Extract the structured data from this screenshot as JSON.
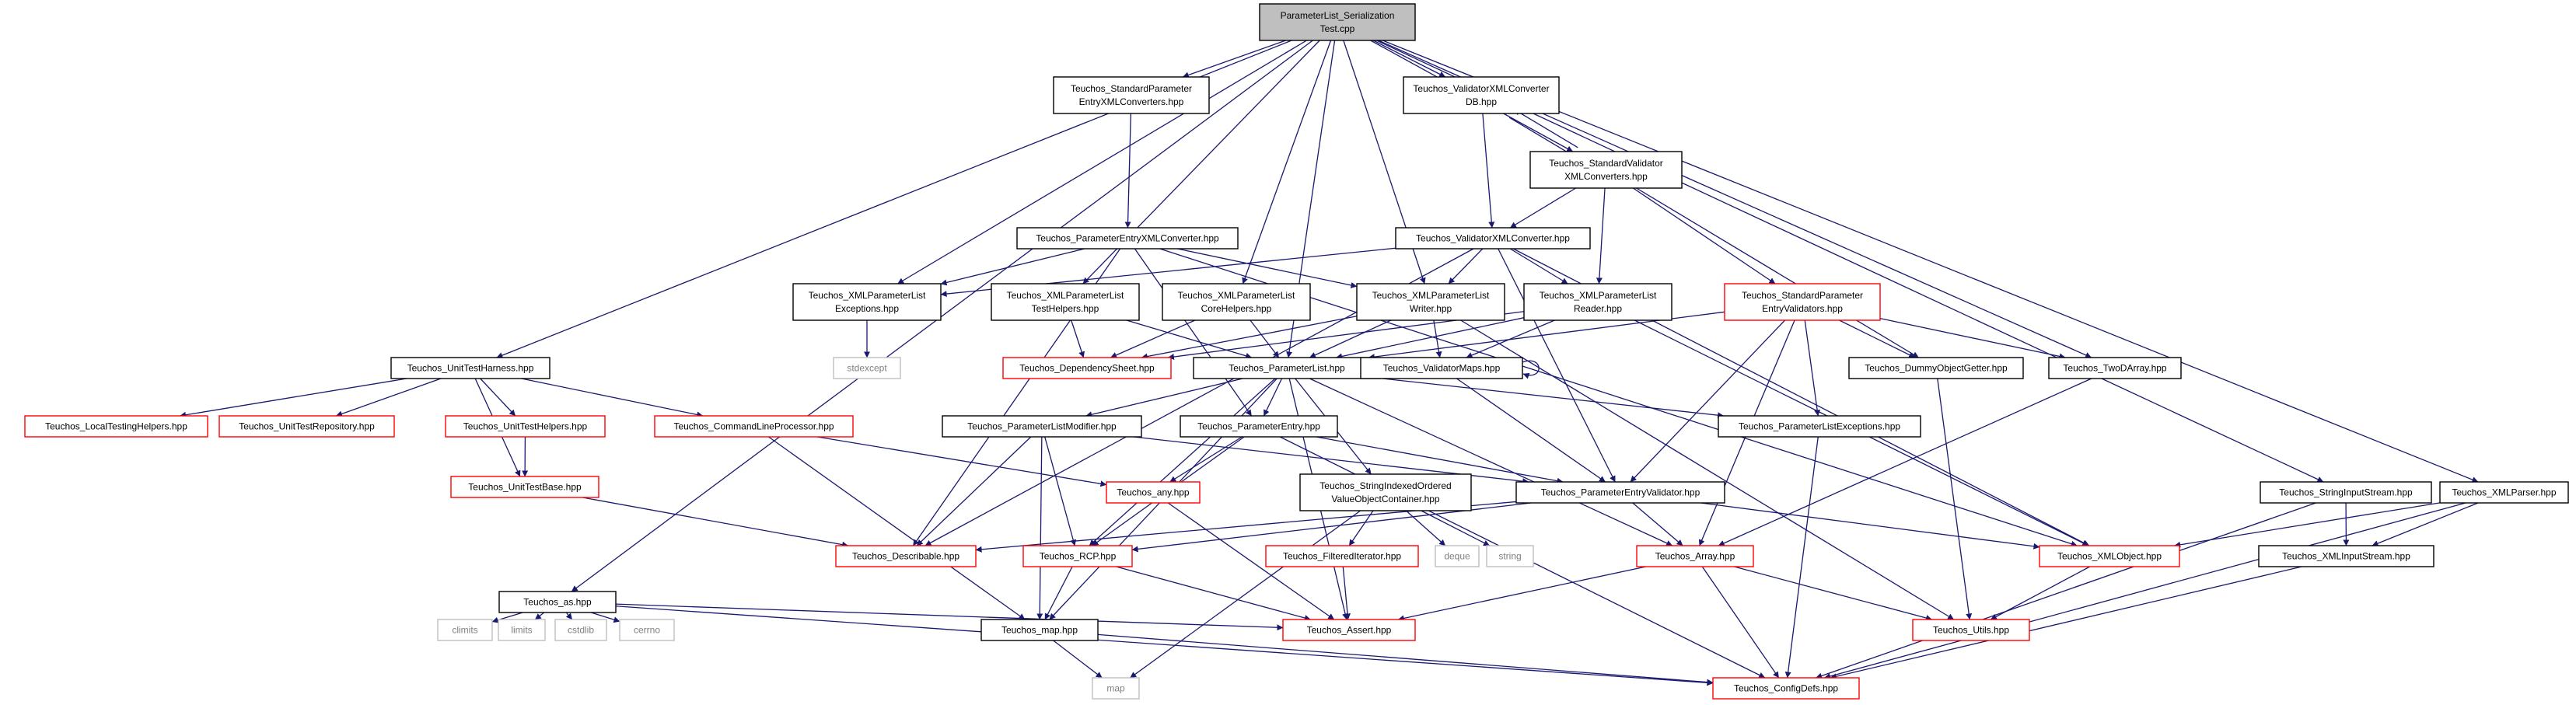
{
  "colors": {
    "edge": "#191970",
    "border_normal": "#000000",
    "border_red": "#ff0000",
    "border_gray": "#bfbfbf",
    "root_fill": "#bfbfbf",
    "text_normal": "#000000",
    "text_gray": "#808080"
  },
  "nodes": [
    {
      "id": "root",
      "lines": [
        "ParameterList_Serialization",
        "Test.cpp"
      ],
      "style": "root"
    },
    {
      "id": "stdparam_entry_conv",
      "lines": [
        "Teuchos_StandardParameter",
        "EntryXMLConverters.hpp"
      ],
      "style": "normal"
    },
    {
      "id": "validator_conv_db",
      "lines": [
        "Teuchos_ValidatorXMLConverter",
        "DB.hpp"
      ],
      "style": "normal"
    },
    {
      "id": "std_validator_conv",
      "lines": [
        "Teuchos_StandardValidator",
        "XMLConverters.hpp"
      ],
      "style": "normal"
    },
    {
      "id": "param_entry_conv",
      "lines": [
        "Teuchos_ParameterEntryXMLConverter.hpp"
      ],
      "style": "normal"
    },
    {
      "id": "validator_conv",
      "lines": [
        "Teuchos_ValidatorXMLConverter.hpp"
      ],
      "style": "normal"
    },
    {
      "id": "xmlpl_exceptions",
      "lines": [
        "Teuchos_XMLParameterList",
        "Exceptions.hpp"
      ],
      "style": "normal"
    },
    {
      "id": "xmlpl_testhelpers",
      "lines": [
        "Teuchos_XMLParameterList",
        "TestHelpers.hpp"
      ],
      "style": "normal"
    },
    {
      "id": "xmlpl_corehelpers",
      "lines": [
        "Teuchos_XMLParameterList",
        "CoreHelpers.hpp"
      ],
      "style": "normal"
    },
    {
      "id": "xmlpl_writer",
      "lines": [
        "Teuchos_XMLParameterList",
        "Writer.hpp"
      ],
      "style": "normal"
    },
    {
      "id": "xmlpl_reader",
      "lines": [
        "Teuchos_XMLParameterList",
        "Reader.hpp"
      ],
      "style": "normal"
    },
    {
      "id": "std_param_validators",
      "lines": [
        "Teuchos_StandardParameter",
        "EntryValidators.hpp"
      ],
      "style": "red"
    },
    {
      "id": "stdexcept",
      "lines": [
        "stdexcept"
      ],
      "style": "gray"
    },
    {
      "id": "unit_test_harness",
      "lines": [
        "Teuchos_UnitTestHarness.hpp"
      ],
      "style": "normal"
    },
    {
      "id": "dependency_sheet",
      "lines": [
        "Teuchos_DependencySheet.hpp"
      ],
      "style": "red"
    },
    {
      "id": "parameter_list",
      "lines": [
        "Teuchos_ParameterList.hpp"
      ],
      "style": "normal"
    },
    {
      "id": "validator_maps",
      "lines": [
        "Teuchos_ValidatorMaps.hpp"
      ],
      "style": "normal"
    },
    {
      "id": "dummy_object_getter",
      "lines": [
        "Teuchos_DummyObjectGetter.hpp"
      ],
      "style": "normal"
    },
    {
      "id": "two_d_array",
      "lines": [
        "Teuchos_TwoDArray.hpp"
      ],
      "style": "normal"
    },
    {
      "id": "local_testing_helpers",
      "lines": [
        "Teuchos_LocalTestingHelpers.hpp"
      ],
      "style": "red"
    },
    {
      "id": "unit_test_repository",
      "lines": [
        "Teuchos_UnitTestRepository.hpp"
      ],
      "style": "red"
    },
    {
      "id": "unit_test_helpers",
      "lines": [
        "Teuchos_UnitTestHelpers.hpp"
      ],
      "style": "red"
    },
    {
      "id": "command_line_processor",
      "lines": [
        "Teuchos_CommandLineProcessor.hpp"
      ],
      "style": "red"
    },
    {
      "id": "pl_modifier",
      "lines": [
        "Teuchos_ParameterListModifier.hpp"
      ],
      "style": "normal"
    },
    {
      "id": "parameter_entry",
      "lines": [
        "Teuchos_ParameterEntry.hpp"
      ],
      "style": "normal"
    },
    {
      "id": "pl_exceptions",
      "lines": [
        "Teuchos_ParameterListExceptions.hpp"
      ],
      "style": "normal"
    },
    {
      "id": "unit_test_base",
      "lines": [
        "Teuchos_UnitTestBase.hpp"
      ],
      "style": "red"
    },
    {
      "id": "any",
      "lines": [
        "Teuchos_any.hpp"
      ],
      "style": "red"
    },
    {
      "id": "string_indexed",
      "lines": [
        "Teuchos_StringIndexedOrdered",
        "ValueObjectContainer.hpp"
      ],
      "style": "normal"
    },
    {
      "id": "param_entry_validator",
      "lines": [
        "Teuchos_ParameterEntryValidator.hpp"
      ],
      "style": "normal"
    },
    {
      "id": "string_input_stream",
      "lines": [
        "Teuchos_StringInputStream.hpp"
      ],
      "style": "normal"
    },
    {
      "id": "xml_parser",
      "lines": [
        "Teuchos_XMLParser.hpp"
      ],
      "style": "normal"
    },
    {
      "id": "describable",
      "lines": [
        "Teuchos_Describable.hpp"
      ],
      "style": "red"
    },
    {
      "id": "rcp",
      "lines": [
        "Teuchos_RCP.hpp"
      ],
      "style": "red"
    },
    {
      "id": "filtered_iterator",
      "lines": [
        "Teuchos_FilteredIterator.hpp"
      ],
      "style": "red"
    },
    {
      "id": "deque",
      "lines": [
        "deque"
      ],
      "style": "gray"
    },
    {
      "id": "string",
      "lines": [
        "string"
      ],
      "style": "gray"
    },
    {
      "id": "array",
      "lines": [
        "Teuchos_Array.hpp"
      ],
      "style": "red"
    },
    {
      "id": "xml_object",
      "lines": [
        "Teuchos_XMLObject.hpp"
      ],
      "style": "red"
    },
    {
      "id": "xml_input_stream",
      "lines": [
        "Teuchos_XMLInputStream.hpp"
      ],
      "style": "normal"
    },
    {
      "id": "teuchos_as",
      "lines": [
        "Teuchos_as.hpp"
      ],
      "style": "normal"
    },
    {
      "id": "climits",
      "lines": [
        "climits"
      ],
      "style": "gray"
    },
    {
      "id": "limits",
      "lines": [
        "limits"
      ],
      "style": "gray"
    },
    {
      "id": "cstdlib",
      "lines": [
        "cstdlib"
      ],
      "style": "gray"
    },
    {
      "id": "cerrno",
      "lines": [
        "cerrno"
      ],
      "style": "gray"
    },
    {
      "id": "map_hpp",
      "lines": [
        "Teuchos_map.hpp"
      ],
      "style": "normal"
    },
    {
      "id": "assert",
      "lines": [
        "Teuchos_Assert.hpp"
      ],
      "style": "red"
    },
    {
      "id": "utils",
      "lines": [
        "Teuchos_Utils.hpp"
      ],
      "style": "red"
    },
    {
      "id": "map",
      "lines": [
        "map"
      ],
      "style": "gray"
    },
    {
      "id": "config_defs",
      "lines": [
        "Teuchos_ConfigDefs.hpp"
      ],
      "style": "red"
    }
  ],
  "edges": [
    [
      "root",
      "stdparam_entry_conv"
    ],
    [
      "root",
      "validator_conv_db"
    ],
    [
      "root",
      "std_validator_conv"
    ],
    [
      "root",
      "xmlpl_exceptions"
    ],
    [
      "root",
      "xmlpl_testhelpers"
    ],
    [
      "root",
      "xmlpl_corehelpers"
    ],
    [
      "root",
      "xmlpl_writer"
    ],
    [
      "root",
      "parameter_list"
    ],
    [
      "root",
      "unit_test_harness"
    ],
    [
      "root",
      "two_d_array"
    ],
    [
      "root",
      "string_input_stream"
    ],
    [
      "root",
      "xml_parser"
    ],
    [
      "root",
      "teuchos_as"
    ],
    [
      "stdparam_entry_conv",
      "param_entry_conv"
    ],
    [
      "validator_conv_db",
      "std_validator_conv"
    ],
    [
      "validator_conv_db",
      "validator_conv"
    ],
    [
      "std_validator_conv",
      "validator_conv_db"
    ],
    [
      "std_validator_conv",
      "validator_conv"
    ],
    [
      "std_validator_conv",
      "xmlpl_reader"
    ],
    [
      "std_validator_conv",
      "std_param_validators"
    ],
    [
      "std_validator_conv",
      "dummy_object_getter"
    ],
    [
      "param_entry_conv",
      "xmlpl_exceptions"
    ],
    [
      "param_entry_conv",
      "xmlpl_writer"
    ],
    [
      "param_entry_conv",
      "describable"
    ],
    [
      "param_entry_conv",
      "parameter_entry"
    ],
    [
      "param_entry_conv",
      "xml_object"
    ],
    [
      "validator_conv",
      "xmlpl_exceptions"
    ],
    [
      "validator_conv",
      "xmlpl_writer"
    ],
    [
      "validator_conv",
      "xmlpl_reader"
    ],
    [
      "validator_conv",
      "param_entry_validator"
    ],
    [
      "validator_conv",
      "describable"
    ],
    [
      "validator_conv",
      "xml_object"
    ],
    [
      "xmlpl_exceptions",
      "stdexcept"
    ],
    [
      "xmlpl_testhelpers",
      "dependency_sheet"
    ],
    [
      "xmlpl_testhelpers",
      "parameter_list"
    ],
    [
      "xmlpl_corehelpers",
      "dependency_sheet"
    ],
    [
      "xmlpl_corehelpers",
      "parameter_list"
    ],
    [
      "xmlpl_writer",
      "dependency_sheet"
    ],
    [
      "xmlpl_writer",
      "parameter_list"
    ],
    [
      "xmlpl_writer",
      "validator_maps"
    ],
    [
      "xmlpl_writer",
      "utils"
    ],
    [
      "xmlpl_reader",
      "dependency_sheet"
    ],
    [
      "xmlpl_reader",
      "parameter_list"
    ],
    [
      "xmlpl_reader",
      "validator_maps"
    ],
    [
      "xmlpl_reader",
      "xml_object"
    ],
    [
      "std_param_validators",
      "parameter_list"
    ],
    [
      "std_param_validators",
      "param_entry_validator"
    ],
    [
      "std_param_validators",
      "pl_exceptions"
    ],
    [
      "std_param_validators",
      "dummy_object_getter"
    ],
    [
      "std_param_validators",
      "two_d_array"
    ],
    [
      "std_param_validators",
      "array"
    ],
    [
      "unit_test_harness",
      "local_testing_helpers"
    ],
    [
      "unit_test_harness",
      "unit_test_repository"
    ],
    [
      "unit_test_harness",
      "unit_test_helpers"
    ],
    [
      "unit_test_harness",
      "command_line_processor"
    ],
    [
      "unit_test_harness",
      "unit_test_base"
    ],
    [
      "parameter_list",
      "pl_modifier"
    ],
    [
      "parameter_list",
      "parameter_entry"
    ],
    [
      "parameter_list",
      "pl_exceptions"
    ],
    [
      "parameter_list",
      "string_indexed"
    ],
    [
      "parameter_list",
      "rcp"
    ],
    [
      "parameter_list",
      "assert"
    ],
    [
      "parameter_list",
      "array"
    ],
    [
      "parameter_list",
      "map_hpp"
    ],
    [
      "validator_maps",
      "validator_maps"
    ],
    [
      "validator_maps",
      "param_entry_validator"
    ],
    [
      "dummy_object_getter",
      "utils"
    ],
    [
      "two_d_array",
      "array"
    ],
    [
      "unit_test_helpers",
      "unit_test_base"
    ],
    [
      "unit_test_base",
      "describable"
    ],
    [
      "command_line_processor",
      "any"
    ],
    [
      "command_line_processor",
      "map_hpp"
    ],
    [
      "pl_modifier",
      "describable"
    ],
    [
      "pl_modifier",
      "rcp"
    ],
    [
      "pl_modifier",
      "map_hpp"
    ],
    [
      "pl_modifier",
      "param_entry_validator"
    ],
    [
      "parameter_entry",
      "any"
    ],
    [
      "parameter_entry",
      "rcp"
    ],
    [
      "parameter_entry",
      "param_entry_validator"
    ],
    [
      "parameter_entry",
      "config_defs"
    ],
    [
      "pl_exceptions",
      "config_defs"
    ],
    [
      "any",
      "assert"
    ],
    [
      "string_indexed",
      "filtered_iterator"
    ],
    [
      "string_indexed",
      "deque"
    ],
    [
      "string_indexed",
      "string"
    ],
    [
      "string_indexed",
      "map"
    ],
    [
      "param_entry_validator",
      "describable"
    ],
    [
      "param_entry_validator",
      "rcp"
    ],
    [
      "param_entry_validator",
      "array"
    ],
    [
      "param_entry_validator",
      "xml_object"
    ],
    [
      "string_input_stream",
      "xml_input_stream"
    ],
    [
      "string_input_stream",
      "config_defs"
    ],
    [
      "xml_parser",
      "xml_object"
    ],
    [
      "xml_parser",
      "xml_input_stream"
    ],
    [
      "xml_parser",
      "config_defs"
    ],
    [
      "rcp",
      "map_hpp"
    ],
    [
      "rcp",
      "assert"
    ],
    [
      "filtered_iterator",
      "assert"
    ],
    [
      "array",
      "assert"
    ],
    [
      "array",
      "utils"
    ],
    [
      "array",
      "config_defs"
    ],
    [
      "xml_object",
      "utils"
    ],
    [
      "xml_input_stream",
      "config_defs"
    ],
    [
      "teuchos_as",
      "climits"
    ],
    [
      "teuchos_as",
      "limits"
    ],
    [
      "teuchos_as",
      "cstdlib"
    ],
    [
      "teuchos_as",
      "cerrno"
    ],
    [
      "teuchos_as",
      "assert"
    ],
    [
      "teuchos_as",
      "config_defs"
    ],
    [
      "map_hpp",
      "map"
    ],
    [
      "map_hpp",
      "config_defs"
    ]
  ]
}
